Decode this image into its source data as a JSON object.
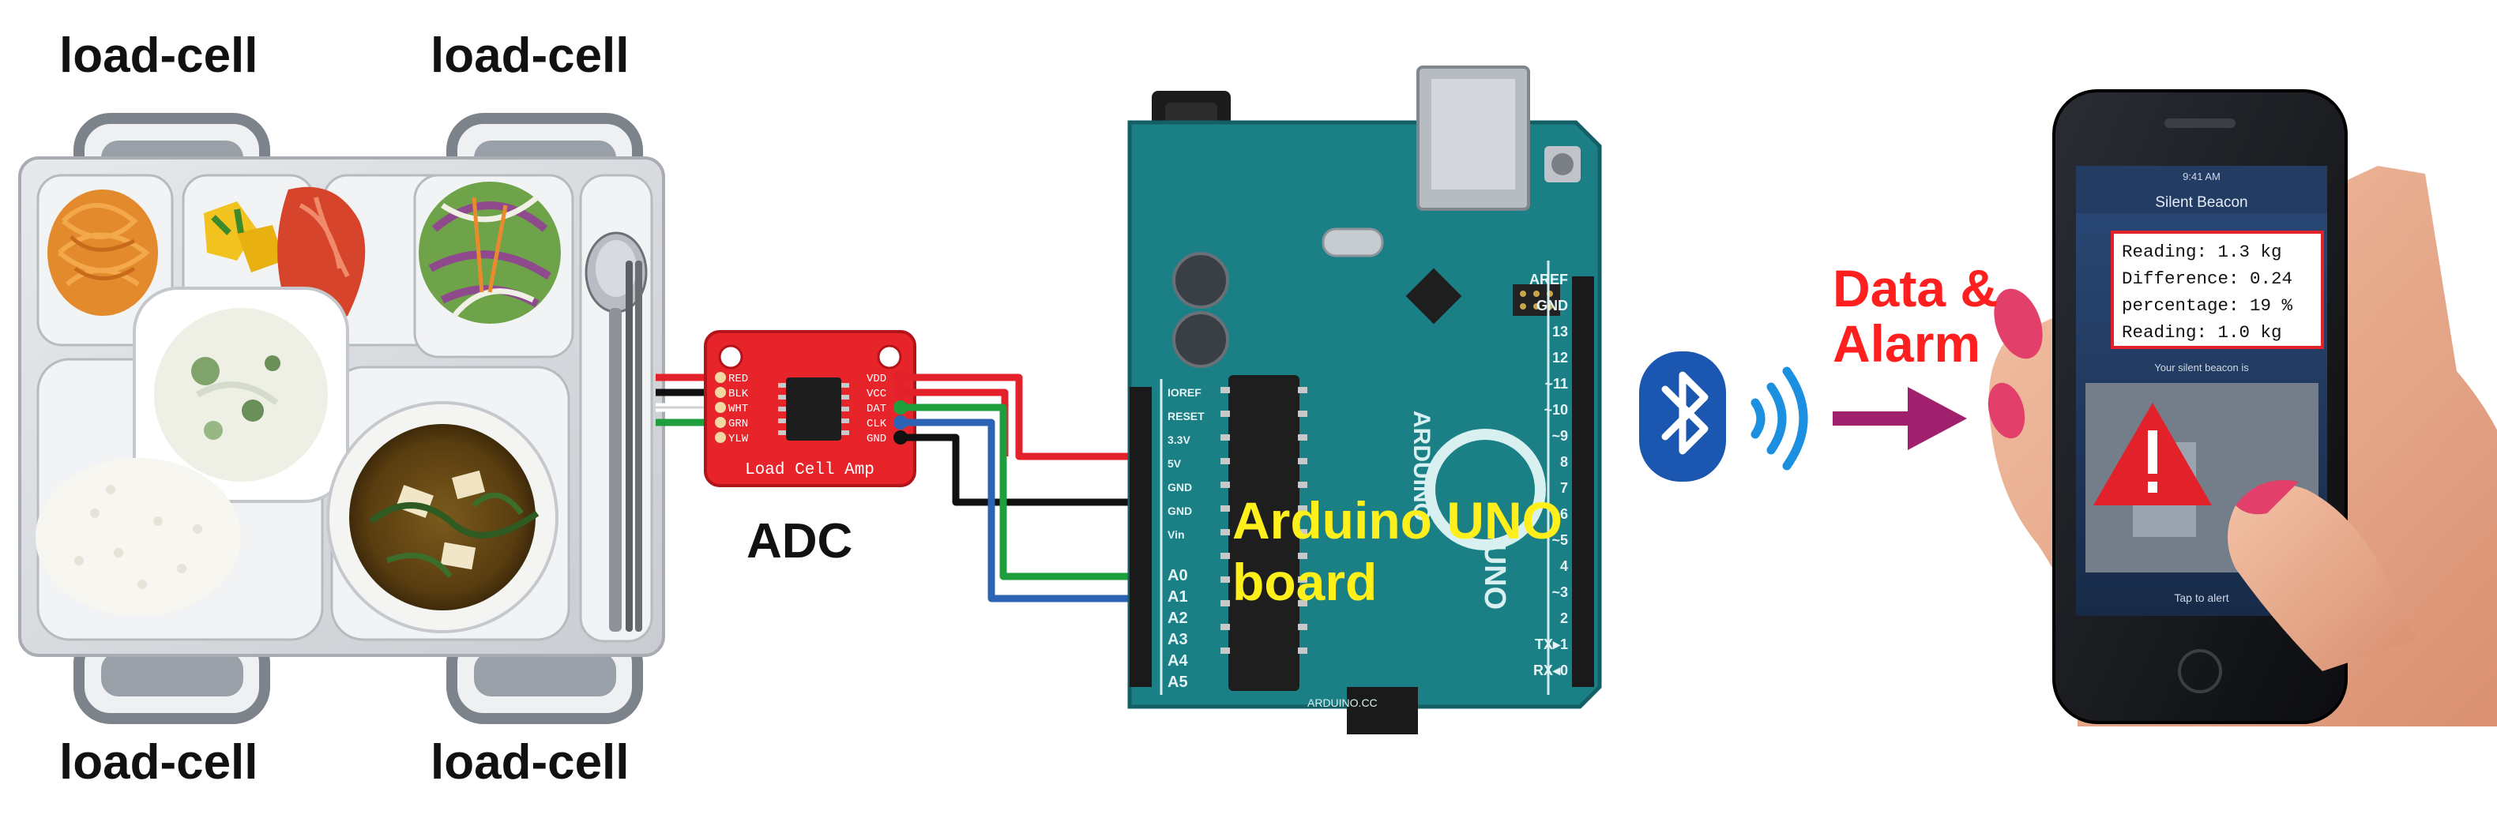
{
  "load_cell_labels": {
    "top_left": "load-cell",
    "top_right": "load-cell",
    "bottom_left": "load-cell",
    "bottom_right": "load-cell"
  },
  "adc": {
    "label": "ADC",
    "board_caption": "Load Cell Amp",
    "left_pins": [
      "RED",
      "BLK",
      "WHT",
      "GRN",
      "YLW"
    ],
    "right_pins": [
      "VDD",
      "VCC",
      "DAT",
      "CLK",
      "GND"
    ]
  },
  "arduino": {
    "label": "Arduino UNO board",
    "brand": "ARDUINO",
    "model_text": "UNO",
    "site": "ARDUINO.CC",
    "power_pins": [
      "IOREF",
      "RESET",
      "3.3V",
      "5V",
      "GND",
      "GND",
      "Vin"
    ],
    "analog_pins": [
      "A0",
      "A1",
      "A2",
      "A3",
      "A4",
      "A5"
    ],
    "digital_pins": [
      "AREF",
      "GND",
      "13",
      "12",
      "~11",
      "~10",
      "~9",
      "8",
      "7",
      "~6",
      "~5",
      "4",
      "~3",
      "2",
      "TX▸1",
      "RX◂0"
    ]
  },
  "output": {
    "label": "Data & Alarm"
  },
  "phone": {
    "app_title": "Silent Beacon",
    "status_time": "9:41 AM",
    "readings": [
      "Reading: 1.3 kg",
      "Difference: 0.24",
      "percentage: 19 %",
      "Reading: 1.0 kg"
    ],
    "beacon_text": "Your silent beacon is",
    "tap_text": "Tap to alert"
  },
  "colors": {
    "wire_red": "#e3212a",
    "wire_black": "#111111",
    "wire_green": "#1e9e3c",
    "wire_blue": "#2d63b5",
    "adc_board": "#e8242b",
    "arduino_board": "#1b7f86",
    "bluetooth": "#1b56b0",
    "arrow": "#a0206e",
    "label_yellow": "#ffef1a",
    "label_red": "#ff1f1f"
  }
}
